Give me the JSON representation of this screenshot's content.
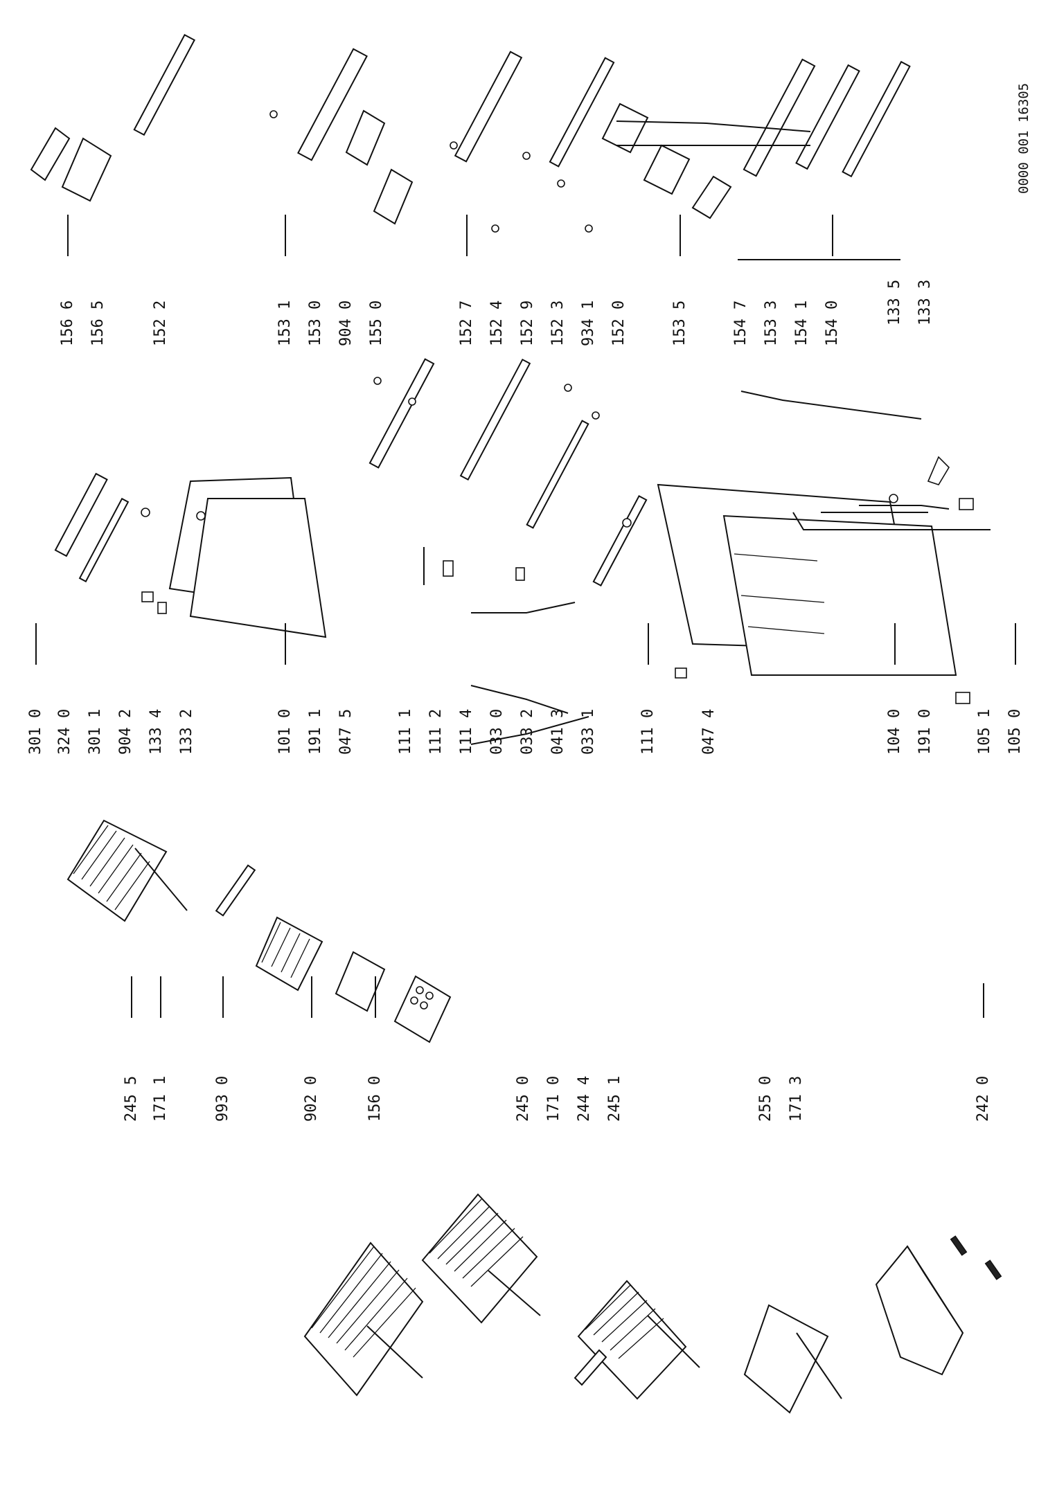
{
  "reference": "0000 001 16305",
  "labels": {
    "l_2455": "245 5",
    "l_1711": "171 1",
    "l_9930": "993 0",
    "l_9020": "902 0",
    "l_1560": "156 0",
    "l_2450": "245 0",
    "l_1710": "171 0",
    "l_2444": "244 4",
    "l_2451": "245 1",
    "l_2550": "255 0",
    "l_1713": "171 3",
    "l_2420": "242 0",
    "l_3010": "301 0",
    "l_3240": "324 0",
    "l_3011": "301 1",
    "l_9042": "904 2",
    "l_1334": "133 4",
    "l_1332": "133 2",
    "l_1010": "101 0",
    "l_1911": "191 1",
    "l_0475": "047 5",
    "l_1111": "111 1",
    "l_1112": "111 2",
    "l_1114": "111 4",
    "l_0330": "033 0",
    "l_0332": "033 2",
    "l_0413": "041 3",
    "l_0331": "033 1",
    "l_1110": "111 0",
    "l_0474": "047 4",
    "l_1040": "104 0",
    "l_1910": "191 0",
    "l_1051": "105 1",
    "l_1050": "105 0",
    "l_1335": "133 5",
    "l_1333": "133 3",
    "l_1566": "156 6",
    "l_1565": "156 5",
    "l_1522": "152 2",
    "l_1531": "153 1",
    "l_1530": "153 0",
    "l_9040": "904 0",
    "l_1550": "155 0",
    "l_1527": "152 7",
    "l_1524": "152 4",
    "l_1529": "152 9",
    "l_1523": "152 3",
    "l_9341": "934 1",
    "l_1520": "152 0",
    "l_1535": "153 5",
    "l_1547": "154 7",
    "l_1533": "153 3",
    "l_1541": "154 1",
    "l_1540": "154 0"
  }
}
